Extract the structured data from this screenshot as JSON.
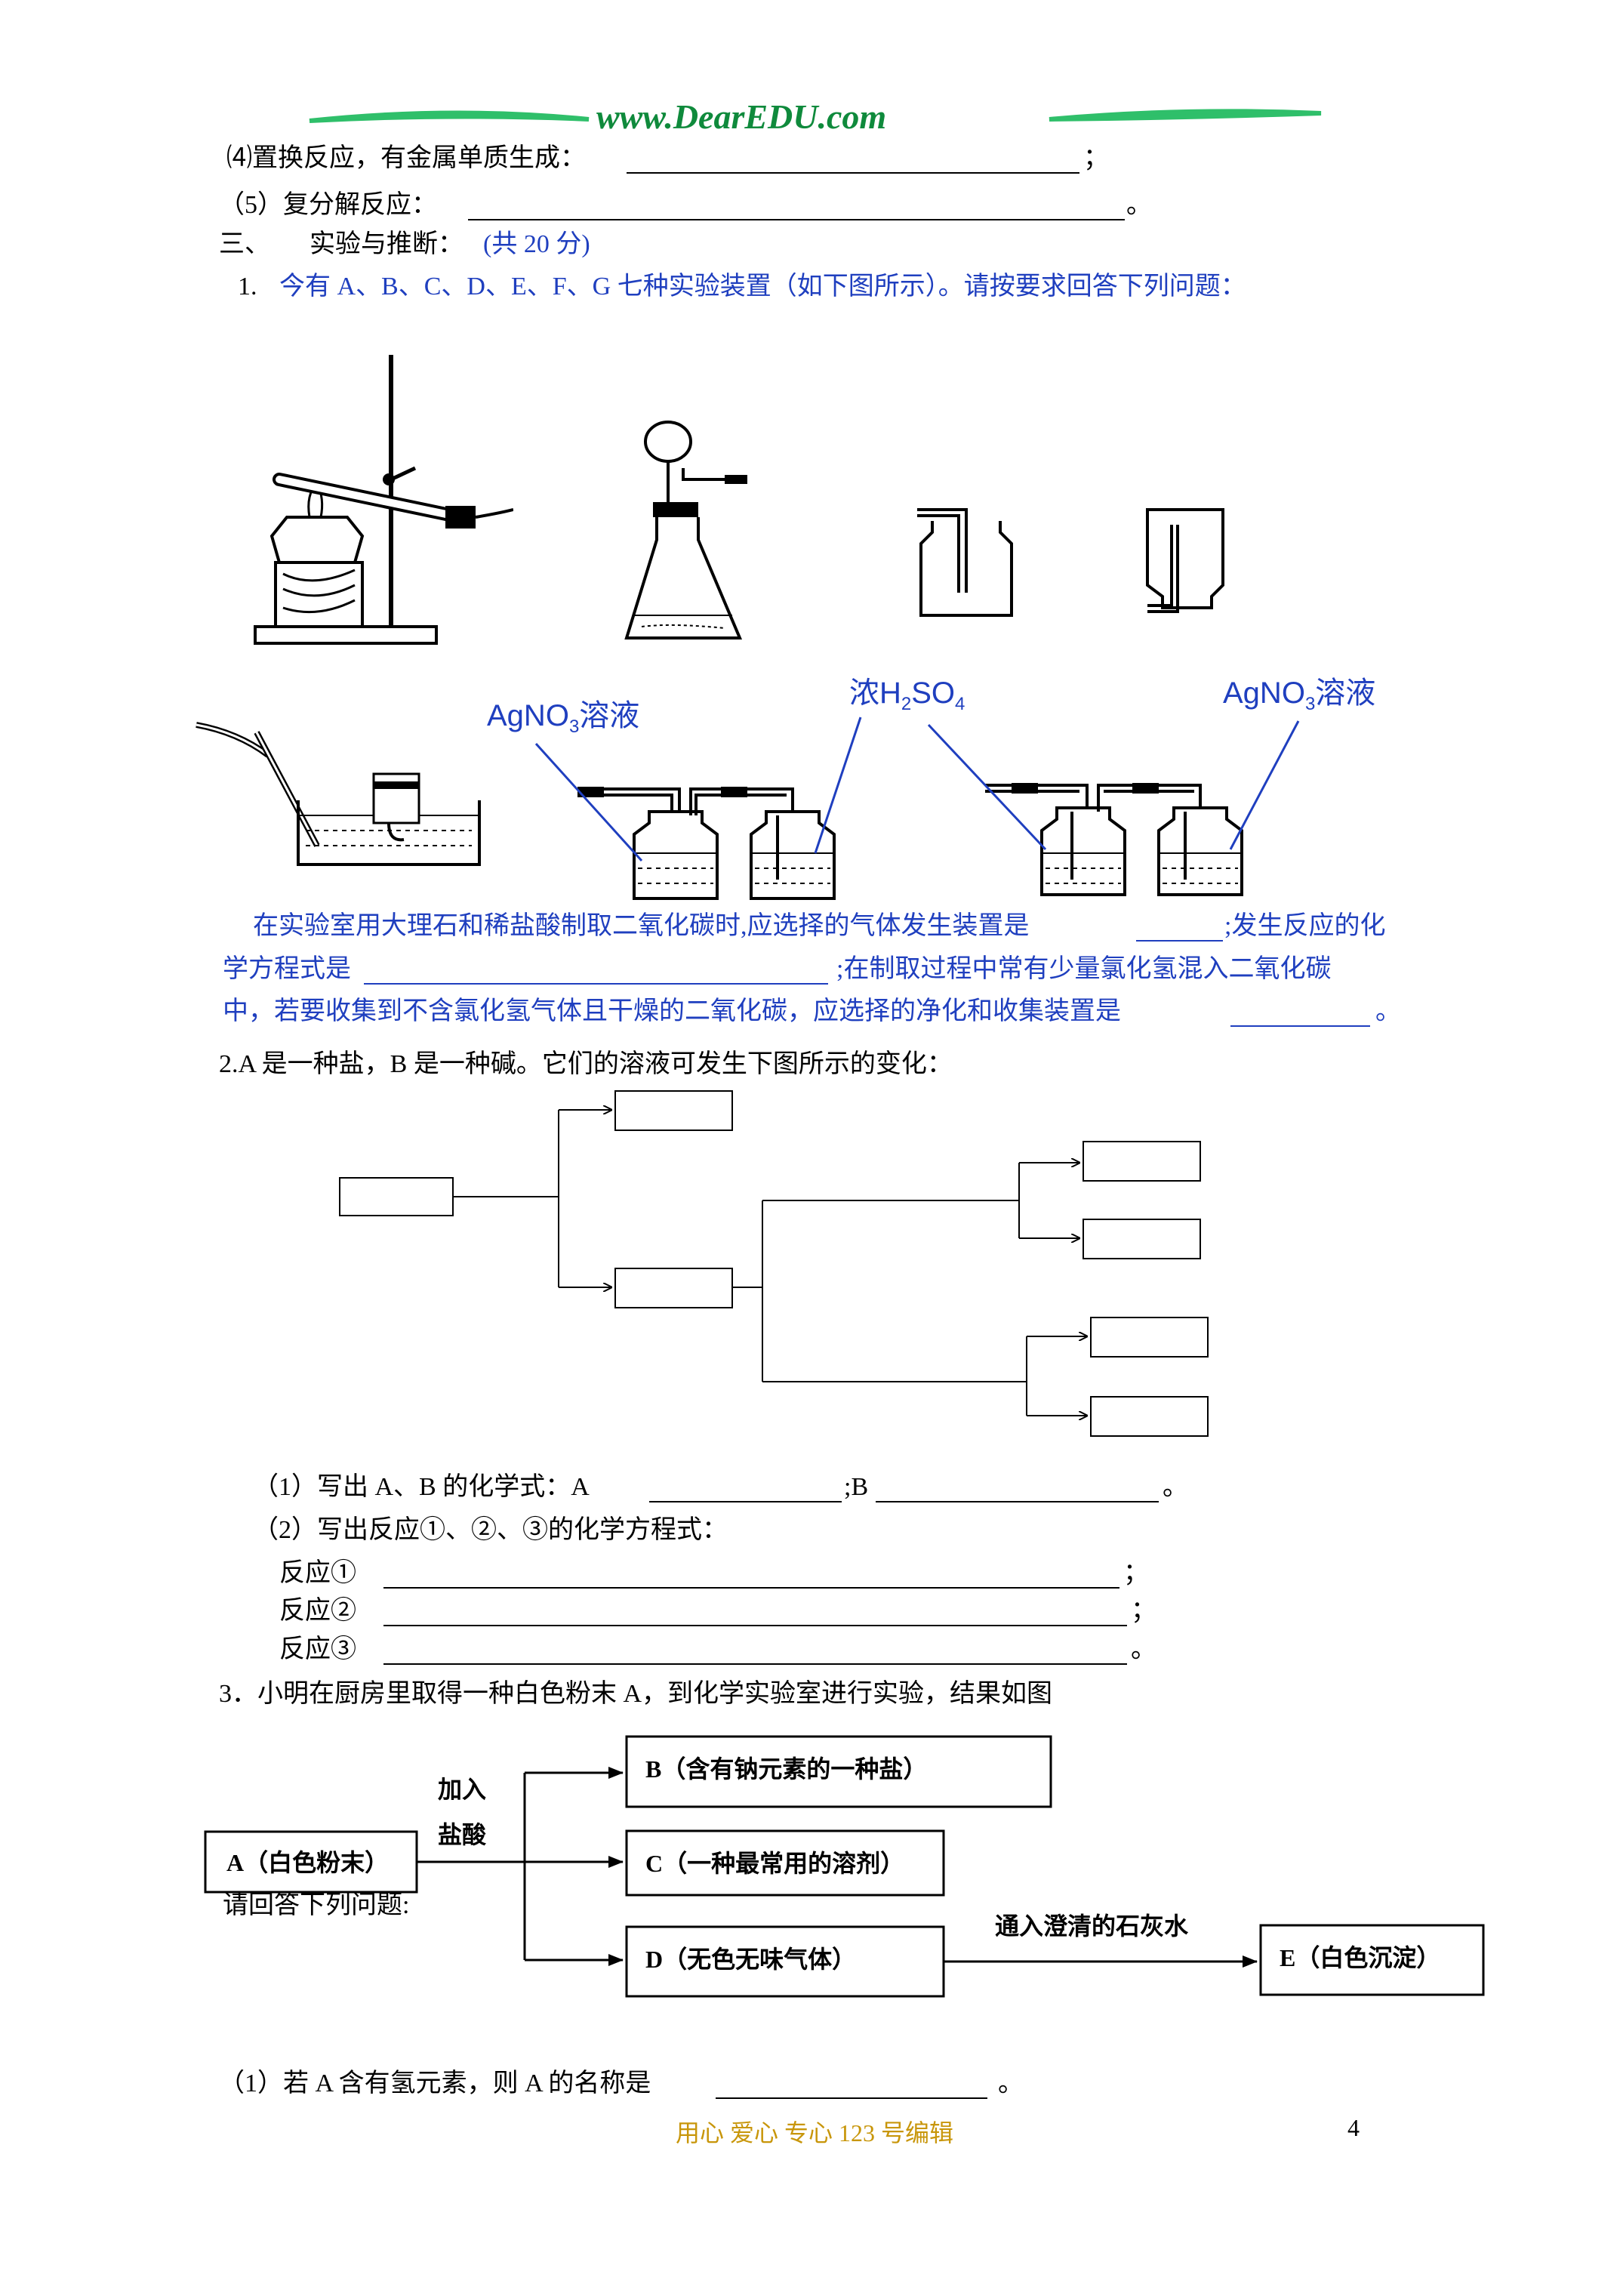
{
  "header": {
    "site": "www.DearEDU.com",
    "colors": {
      "brand_green": "#0f8a3c",
      "swoosh": "#2fbf6a",
      "text_blue": "#1f3fbf"
    }
  },
  "lines": {
    "q4": "⑷置换反应，有金属单质生成：",
    "q4_end": "；",
    "q5": "（5）复分解反应：",
    "q5_end": "。",
    "sec3_num": "三、",
    "sec3_title": "实验与推断：",
    "sec3_score": "(共 20 分)",
    "p1_num": "1.",
    "p1_text": "今有 A、B、C、D、E、F、G 七种实验装置（如下图所示）。请按要求回答下列问题：",
    "p1_ans_a": "在实验室用大理石和稀盐酸制取二氧化碳时,应选择的气体发生装置是",
    "p1_ans_b": ";发生反应的化",
    "p1_ans_c": "学方程式是",
    "p1_ans_d": ";在制取过程中常有少量氯化氢混入二氧化碳",
    "p1_ans_e": "中，若要收集到不含氯化氢气体且干燥的二氧化碳，应选择的净化和收集装置是",
    "p1_ans_f": "。",
    "p2_text": "2.A 是一种盐，B 是一种碱。它们的溶液可发生下图所示的变化：",
    "p2_q1a": "（1）写出 A、B 的化学式：A",
    "p2_q1b": ";B",
    "p2_q1c": "。",
    "p2_q2": "（2）写出反应①、②、③的化学方程式：",
    "r1": "反应①",
    "r1_end": "；",
    "r2": "反应②",
    "r2_end": "；",
    "r3": "反应③",
    "r3_end": "。",
    "p3_text": "3．小明在厨房里取得一种白色粉末 A，到化学实验室进行实验，结果如图",
    "p3_please": "请回答下列问题:",
    "p3_q1a": "（1）若 A 含有氢元素，则 A 的名称是",
    "p3_q1b": "。"
  },
  "apparatus_labels": {
    "agno3_left": "AgNO",
    "agno3_left_sub": "3",
    "agno3_left_tail": "溶液",
    "h2so4_pre": "浓H",
    "h2so4_sub1": "2",
    "h2so4_mid": "SO",
    "h2so4_sub2": "4",
    "agno3_right": "AgNO",
    "agno3_right_sub": "3",
    "agno3_right_tail": "溶液"
  },
  "flow3": {
    "a": "A（白色粉末）",
    "b": "B（含有钠元素的一种盐）",
    "c": "C（一种最常用的溶剂）",
    "d": "D（无色无味气体）",
    "e": "E（白色沉淀）",
    "add1": "加入",
    "add2": "盐酸",
    "lime": "通入澄清的石灰水"
  },
  "footer": {
    "slogan": "用心  爱心  专心    123 号编辑",
    "page": "4"
  }
}
